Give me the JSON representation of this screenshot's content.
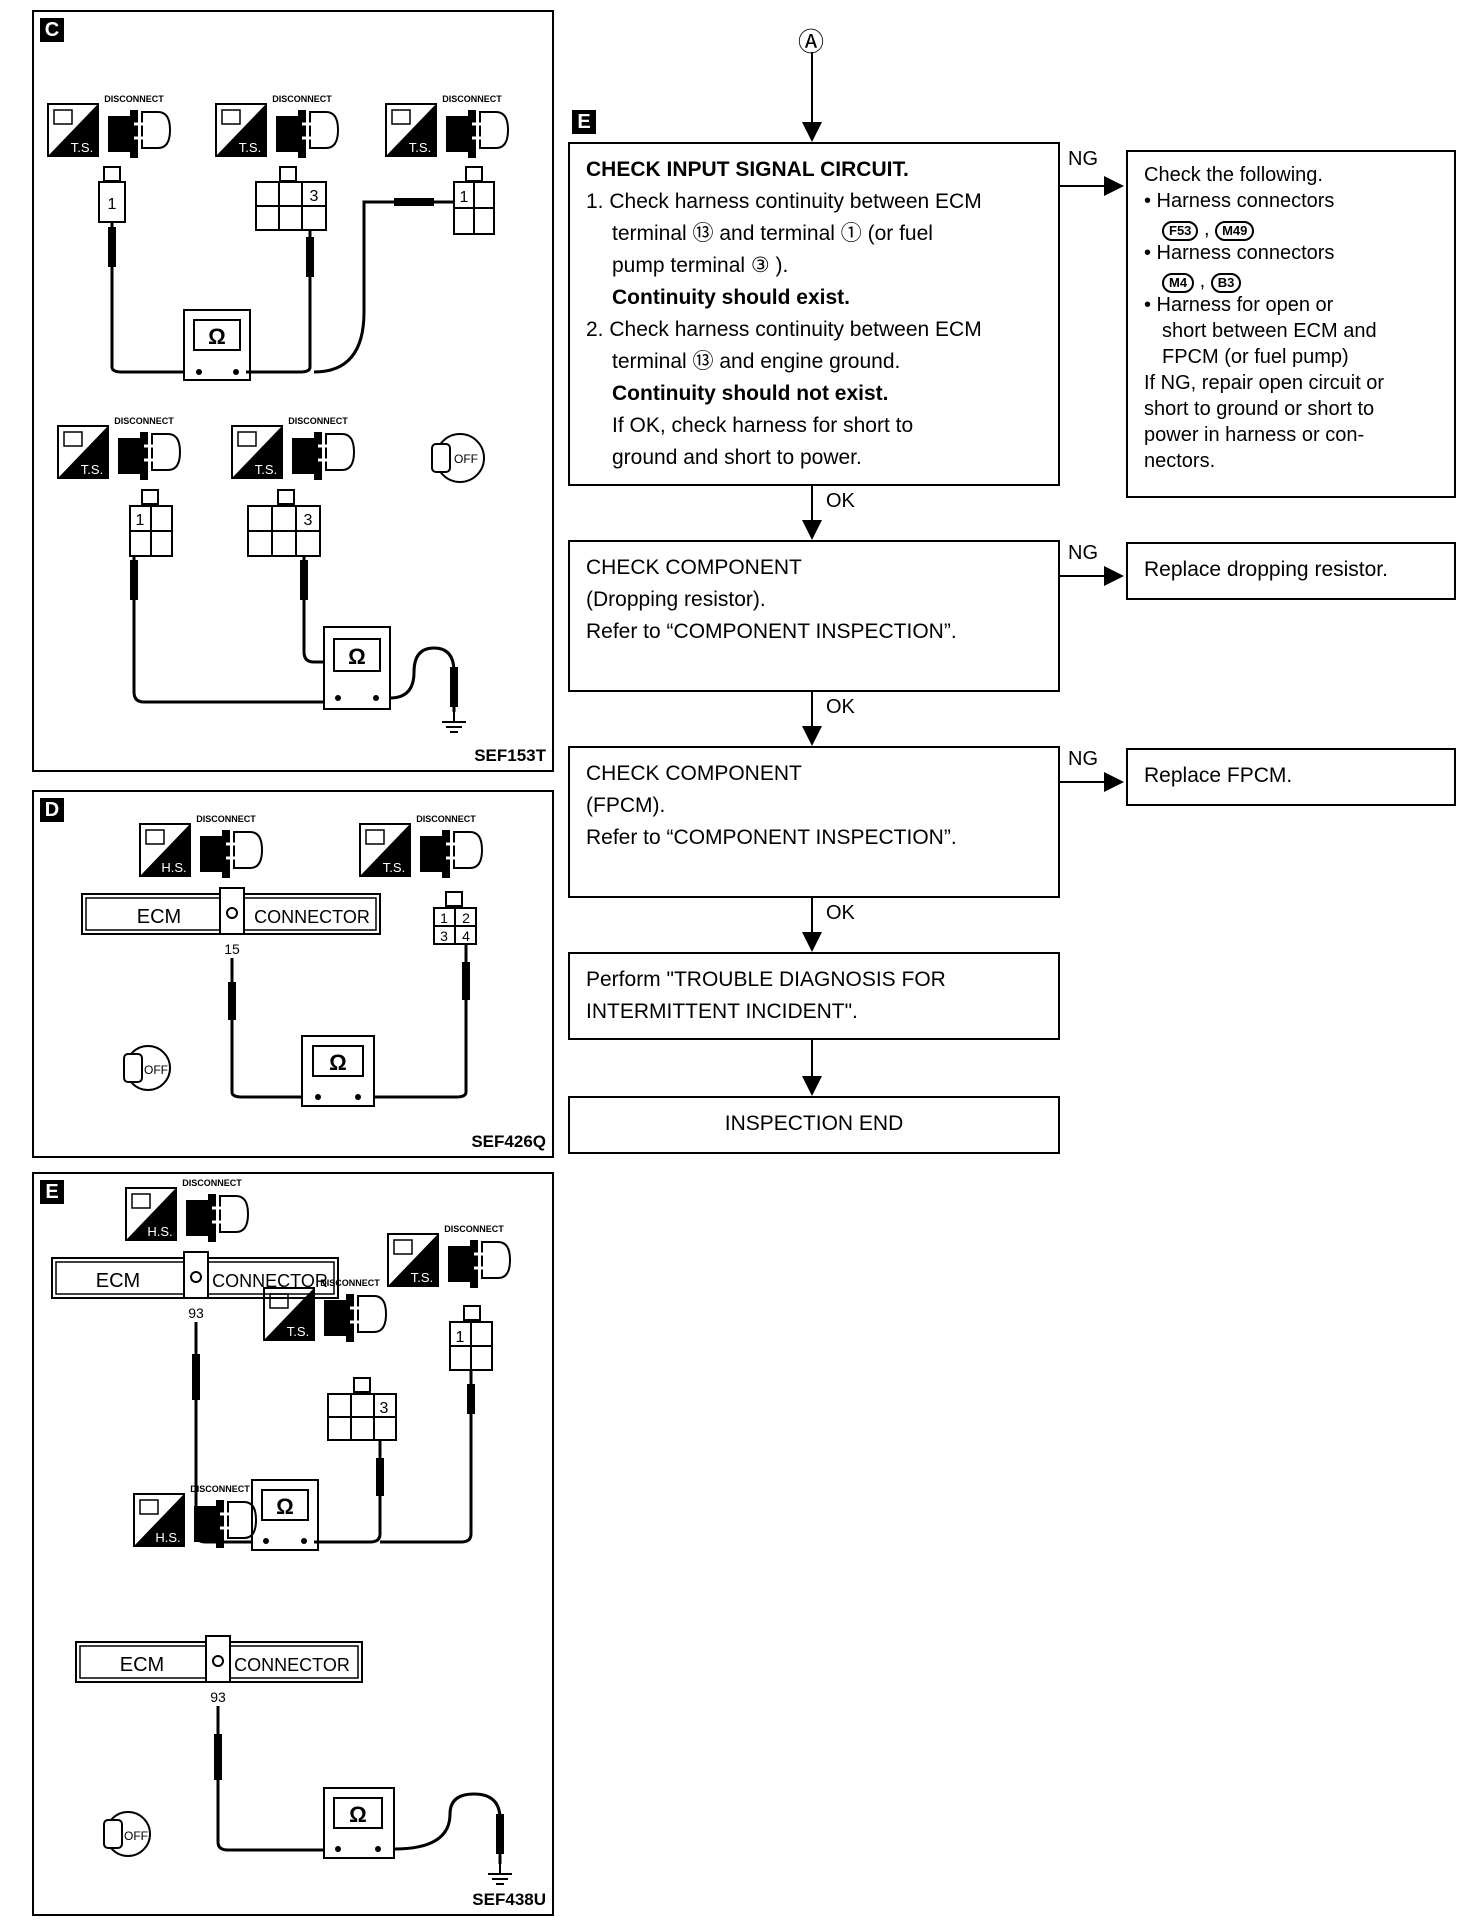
{
  "panels": {
    "c": {
      "label": "C",
      "figure": "SEF153T"
    },
    "d": {
      "label": "D",
      "figure": "SEF426Q"
    },
    "e": {
      "label": "E",
      "figure": "SEF438U"
    }
  },
  "diagram_text": {
    "disconnect": "DISCONNECT",
    "ts": "T.S.",
    "hs": "H.S.",
    "ecm": "ECM",
    "connector": "CONNECTOR",
    "ohm": "Ω",
    "off": "OFF",
    "pin1": "1",
    "pin2": "2",
    "pin3": "3",
    "pin4": "4",
    "pin15": "15",
    "pin93": "93"
  },
  "flow": {
    "start_marker": "Ⓐ",
    "step_label": "E",
    "box1": {
      "title": "CHECK INPUT SIGNAL CIRCUIT.",
      "line1": "1. Check harness continuity between ECM",
      "line2": "terminal ⑬ and terminal ① (or fuel",
      "line3": "pump terminal ③ ).",
      "line4": "Continuity should exist.",
      "line5": "2. Check harness continuity between ECM",
      "line6": "terminal ⑬ and engine ground.",
      "line7": "Continuity should not exist.",
      "line8": "If OK, check harness for short to",
      "line9": "ground and short to power."
    },
    "ng1": {
      "line1": "Check the following.",
      "line2": "• Harness connectors",
      "c1": "F53",
      "c2": "M49",
      "line3": "• Harness connectors",
      "c3": "M4",
      "c4": "B3",
      "line4": "• Harness for open or",
      "line5": "short between ECM and",
      "line6": "FPCM (or fuel pump)",
      "line7": "If NG, repair open circuit or",
      "line8": "short to ground or short to",
      "line9": "power in harness or con-",
      "line10": "nectors."
    },
    "box2": {
      "line1": "CHECK COMPONENT",
      "line2": "(Dropping resistor).",
      "line3": "Refer to “COMPONENT INSPECTION”."
    },
    "ng2": "Replace dropping resistor.",
    "box3": {
      "line1": "CHECK COMPONENT",
      "line2": "(FPCM).",
      "line3": "Refer to “COMPONENT INSPECTION”."
    },
    "ng3": "Replace FPCM.",
    "box4": {
      "line1": "Perform \"TROUBLE DIAGNOSIS FOR",
      "line2": "INTERMITTENT INCIDENT\"."
    },
    "end": "INSPECTION END",
    "ng": "NG",
    "ok": "OK"
  }
}
